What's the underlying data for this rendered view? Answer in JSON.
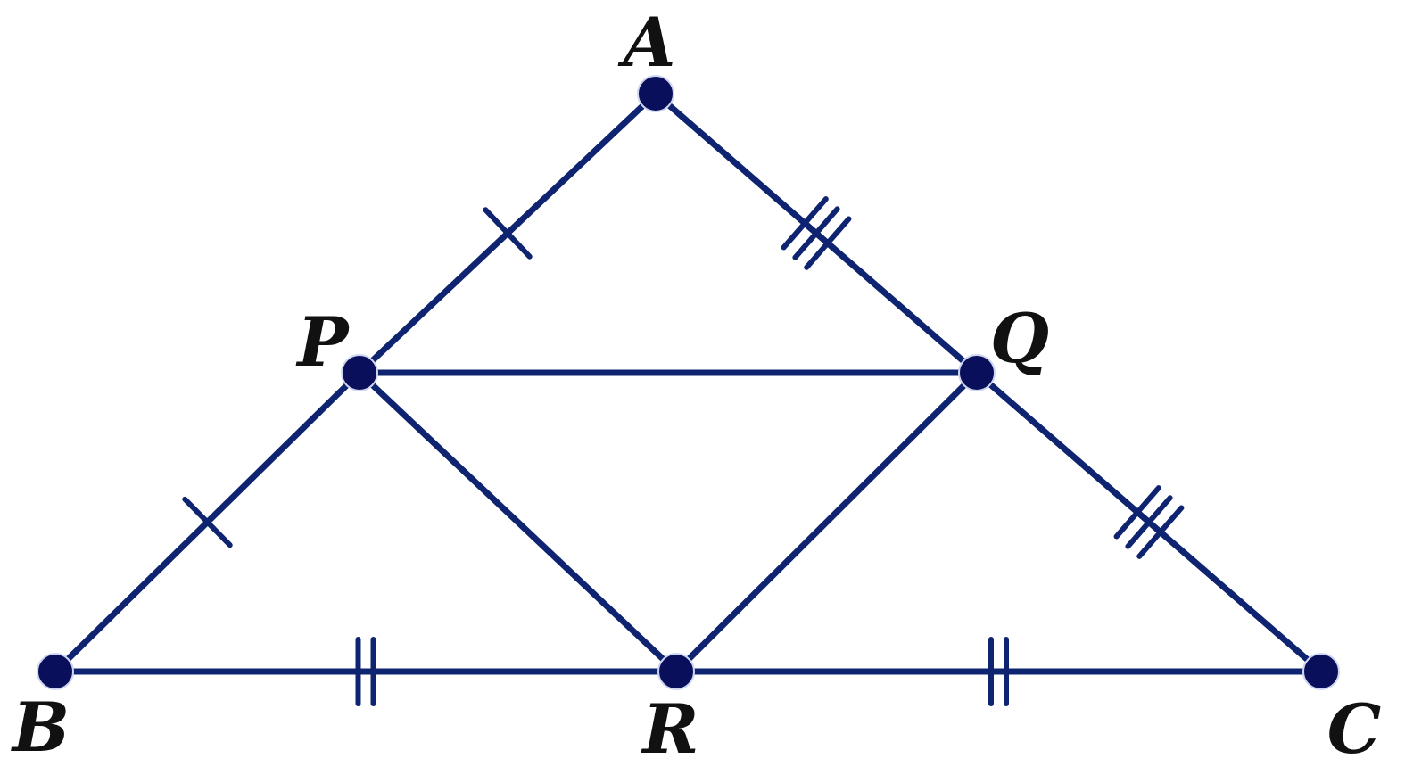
{
  "labels": {
    "A": "A",
    "B": "B",
    "C": "C",
    "P": "P",
    "Q": "Q",
    "R": "R"
  },
  "segments": [
    {
      "name": "segment-ap",
      "from": "A",
      "to": "P",
      "ticks": 1
    },
    {
      "name": "segment-pb",
      "from": "P",
      "to": "B",
      "ticks": 1
    },
    {
      "name": "segment-aq",
      "from": "A",
      "to": "Q",
      "ticks": 3
    },
    {
      "name": "segment-qc",
      "from": "Q",
      "to": "C",
      "ticks": 3
    },
    {
      "name": "segment-br",
      "from": "B",
      "to": "R",
      "ticks": 2
    },
    {
      "name": "segment-rc",
      "from": "R",
      "to": "C",
      "ticks": 2
    },
    {
      "name": "segment-pq",
      "from": "P",
      "to": "Q",
      "ticks": 0
    },
    {
      "name": "segment-pr",
      "from": "P",
      "to": "R",
      "ticks": 0
    },
    {
      "name": "segment-qr",
      "from": "Q",
      "to": "R",
      "ticks": 0
    }
  ],
  "colors": {
    "line": "#0f2470",
    "point": "#0a0f5c",
    "point_outline": "#cfd6f0",
    "label": "#111111"
  }
}
